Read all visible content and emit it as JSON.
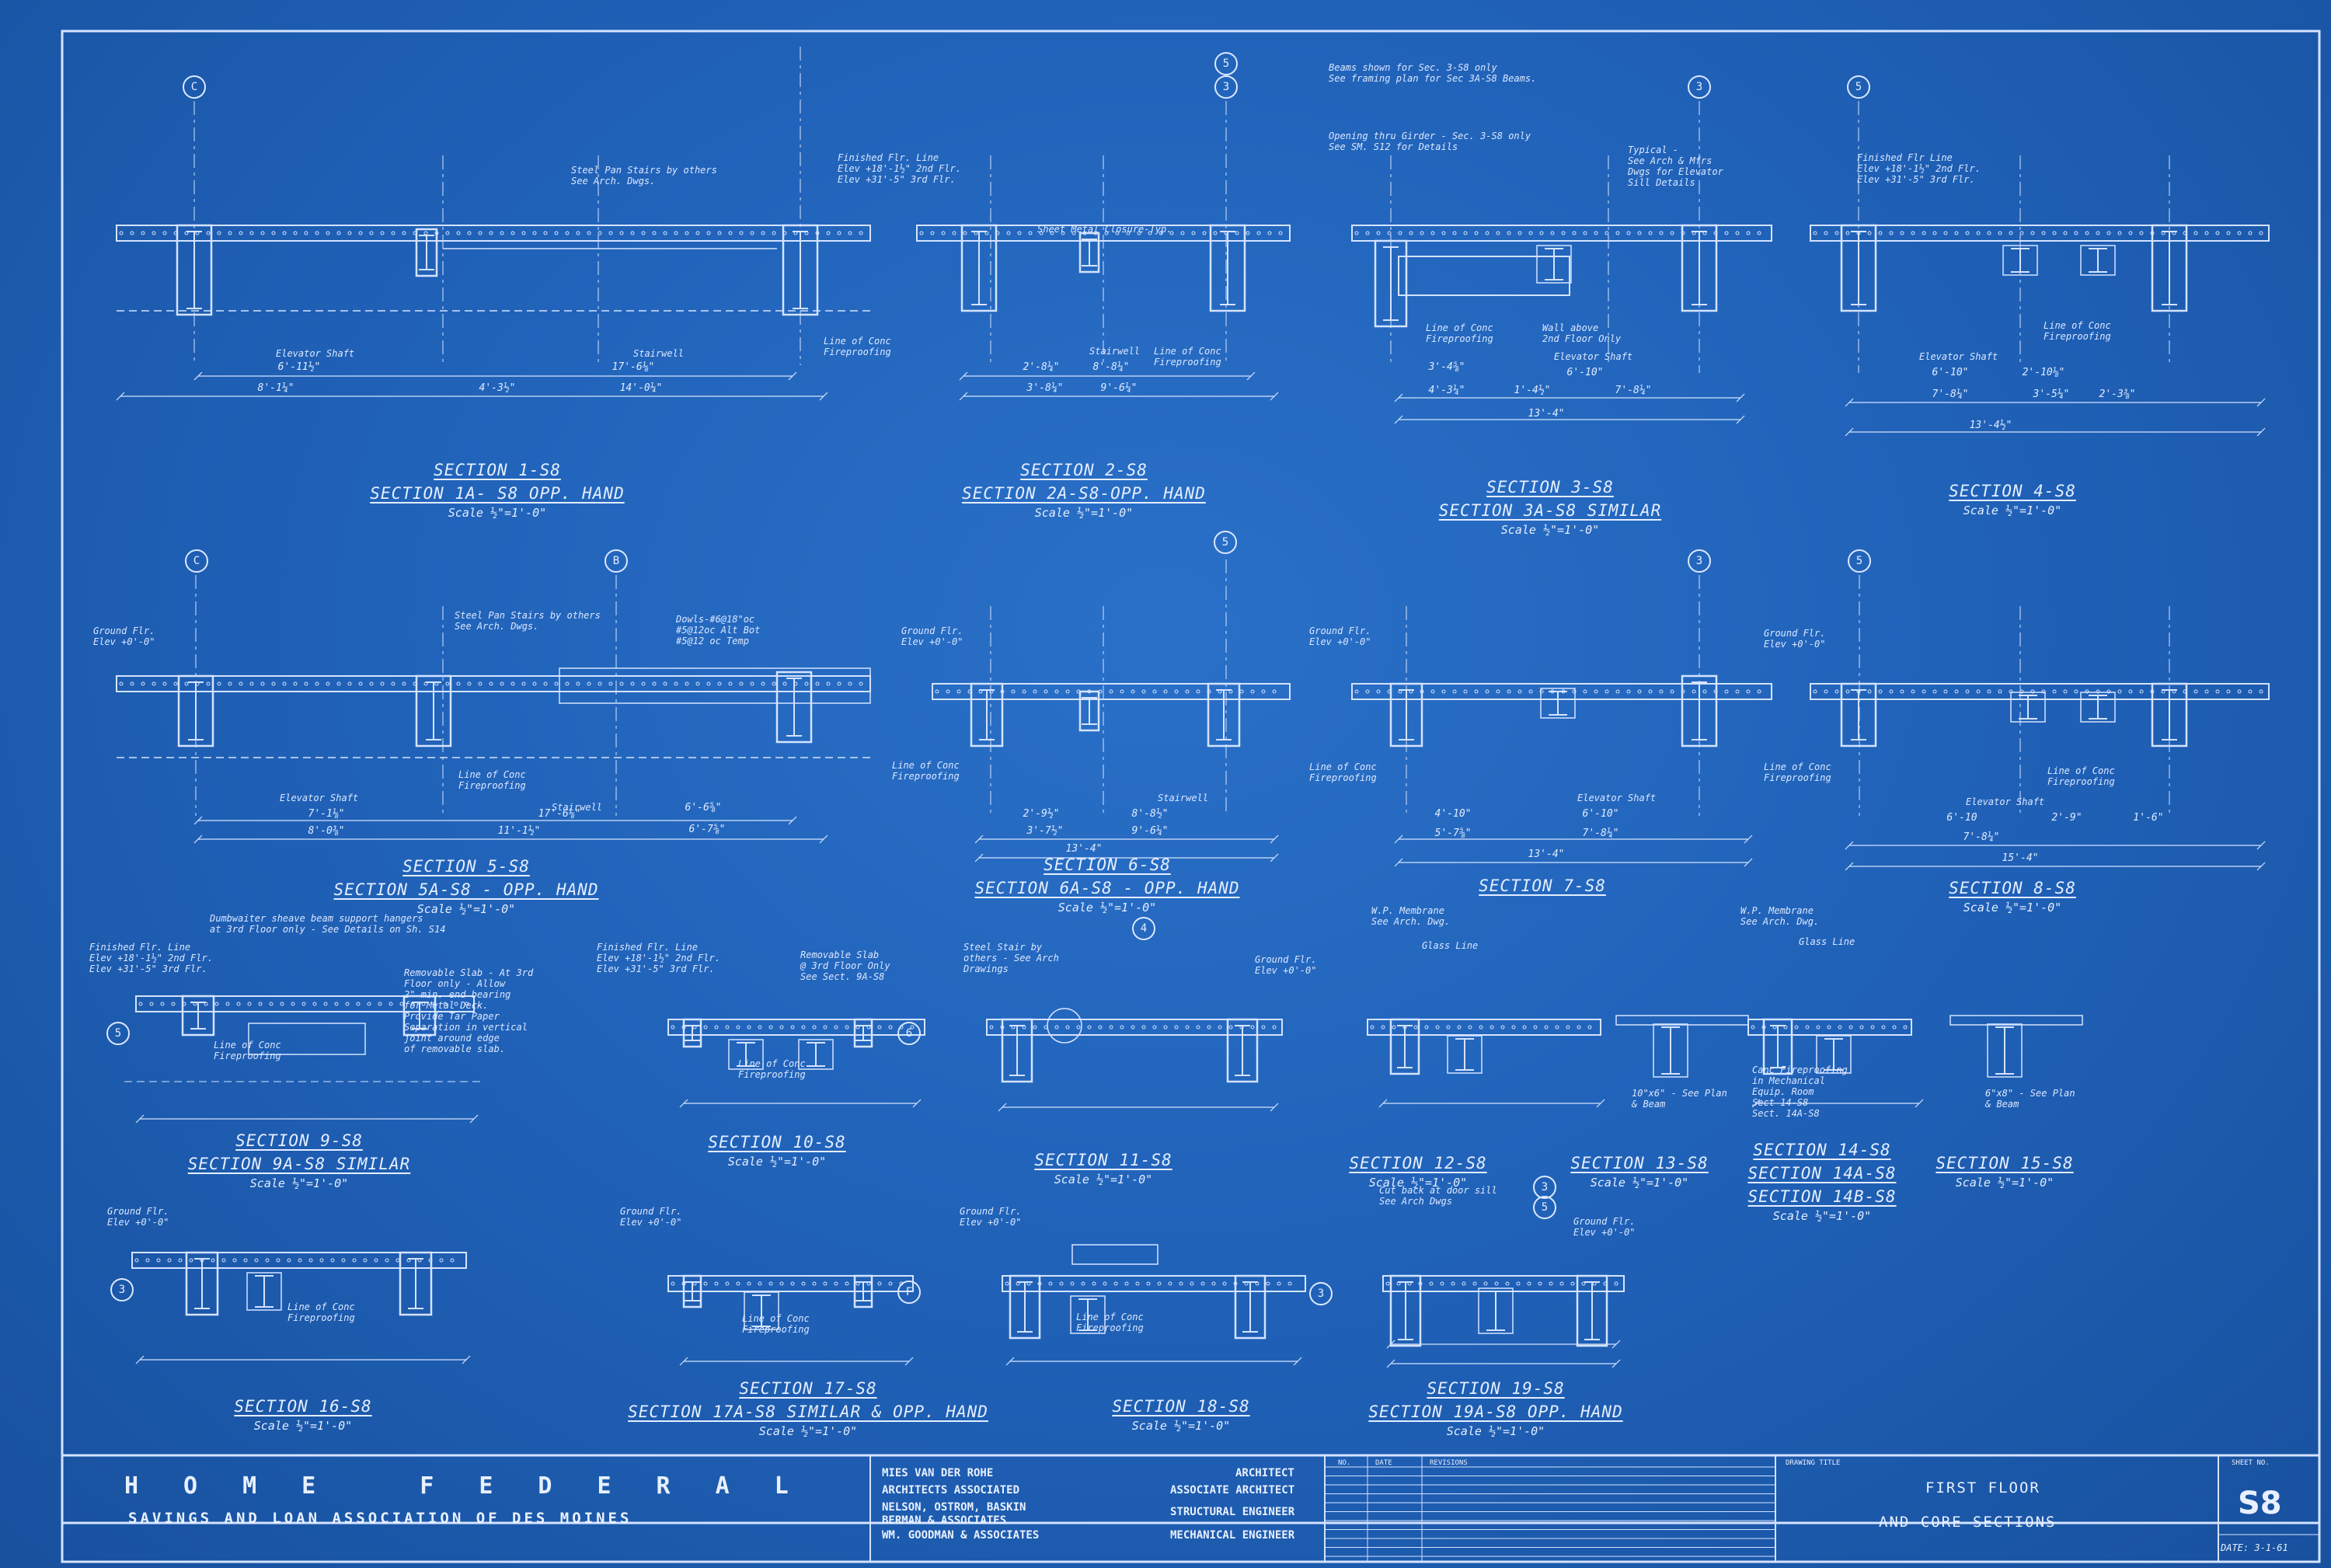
{
  "sections": [
    {
      "main": "SECTION 1-S8",
      "sub": "SECTION 1A- S8 OPP. HAND",
      "scale": "Scale ½\"=1'-0\""
    },
    {
      "main": "SECTION 2-S8",
      "sub": "SECTION 2A-S8-OPP. HAND",
      "scale": "Scale ½\"=1'-0\""
    },
    {
      "main": "SECTION 3-S8",
      "sub": "SECTION 3A-S8 SIMILAR",
      "scale": "Scale ½\"=1'-0\""
    },
    {
      "main": "SECTION 4-S8",
      "sub": "",
      "scale": "Scale ½\"=1'-0\""
    },
    {
      "main": "SECTION 5-S8",
      "sub": "SECTION 5A-S8 - OPP. HAND",
      "scale": "Scale ½\"=1'-0\""
    },
    {
      "main": "SECTION 6-S8",
      "sub": "SECTION 6A-S8 - OPP. HAND",
      "scale": "Scale ½\"=1'-0\""
    },
    {
      "main": "SECTION 7-S8",
      "sub": "",
      "scale": ""
    },
    {
      "main": "SECTION 8-S8",
      "sub": "",
      "scale": "Scale ½\"=1'-0\""
    },
    {
      "main": "SECTION 9-S8",
      "sub": "SECTION 9A-S8 SIMILAR",
      "scale": "Scale ½\"=1'-0\""
    },
    {
      "main": "SECTION 10-S8",
      "sub": "",
      "scale": "Scale ½\"=1'-0\""
    },
    {
      "main": "SECTION 11-S8",
      "sub": "",
      "scale": "Scale ½\"=1'-0\""
    },
    {
      "main": "SECTION 12-S8",
      "sub": "",
      "scale": "Scale ½\"=1'-0\""
    },
    {
      "main": "SECTION 13-S8",
      "sub": "",
      "scale": "Scale ½\"=1'-0\""
    },
    {
      "main": "SECTION 14-S8",
      "sub": "SECTION 14A-S8",
      "sub2": "SECTION 14B-S8",
      "scale": "Scale ½\"=1'-0\""
    },
    {
      "main": "SECTION 15-S8",
      "sub": "",
      "scale": "Scale ½\"=1'-0\""
    },
    {
      "main": "SECTION 16-S8",
      "sub": "",
      "scale": "Scale ½\"=1'-0\""
    },
    {
      "main": "SECTION 17-S8",
      "sub": "SECTION 17A-S8 SIMILAR & OPP. HAND",
      "scale": "Scale ½\"=1'-0\""
    },
    {
      "main": "SECTION 18-S8",
      "sub": "",
      "scale": "Scale ½\"=1'-0\""
    },
    {
      "main": "SECTION 19-S8",
      "sub": "SECTION 19A-S8 OPP. HAND",
      "scale": "Scale ½\"=1'-0\""
    }
  ],
  "notes": {
    "n1": "Steel Pan Stairs by others\nSee Arch. Dwgs.",
    "n2": "Finished Flr. Line\nElev +18'-1½\" 2nd Flr.\nElev +31'-5\" 3rd Flr.",
    "n3": "Sheet Metal Closure-Typ.",
    "n4": "Beams shown for Sec. 3-S8 only\nSee framing plan for Sec 3A-S8 Beams.",
    "n5": "Opening thru Girder - Sec. 3-S8 only\nSee SM. S12 for Details",
    "n6": "Typical -\nSee Arch & Mfrs\nDwgs for Elevator\nSill Details",
    "n7": "Finished Flr Line\nElev +18'-1½\" 2nd Flr.\nElev +31'-5\" 3rd Flr.",
    "n8": "Line of Conc\nFireproofing",
    "n9": "Wall above\n2nd Floor Only",
    "n10": "Ground Flr.\nElev +0'-0\"",
    "n11": "Dowls-#6@18\"oc\n#5@12oc Alt Bot\n#5@12 oc Temp",
    "n12": "Dumbwaiter sheave beam support hangers\nat 3rd Floor only - See Details on Sh. S14",
    "n13": "Removable Slab - At 3rd\nFloor only - Allow\n2\" min. end bearing\nfor Metal Deck.\nProvide Tar Paper\nSeparation in vertical\njoint around edge\nof removable slab.",
    "n14": "Removable Slab\n@ 3rd Floor Only\nSee Sect. 9A-S8",
    "n15": "Steel Stair by\nothers - See Arch\nDrawings",
    "n16": "W.P. Membrane\nSee Arch. Dwg.",
    "n17": "Glass Line",
    "n18": "Cut back at door sill\nSee Arch Dwgs",
    "n19": "Elevator Shaft",
    "n20": "Stairwell",
    "n21": "Canc Fireproofing\nin Mechanical\nEquip. Room\nSect 14-S8\nSect. 14A-S8",
    "n22": "10\"x6\" - See Plan\n& Beam",
    "n23": "6\"x8\" - See Plan\n& Beam"
  },
  "dims": {
    "d1": "6'-11½\"",
    "d2": "8'-1¼\"",
    "d3": "4'-3½\"",
    "d4": "14'-0¼\"",
    "d5": "17'-6⅛\"",
    "d6": "2'-8¼\"",
    "d7": "8'-8¼\"",
    "d8": "3'-8¼\"",
    "d9": "9'-6¼\"",
    "d10": "3'-4⅝\"",
    "d11": "6'-10\"",
    "d12": "4'-3¼\"",
    "d13": "1'-4½\"",
    "d14": "7'-8¼\"",
    "d15": "13'-4\"",
    "d16": "6'-10\"",
    "d17": "2'-10⅛\"",
    "d18": "7'-8¼\"",
    "d19": "3'-5¼\"",
    "d20": "2'-3⅜\"",
    "d21": "13'-4½\"",
    "d22": "7'-1⅛\"",
    "d23": "8'-0⅜\"",
    "d24": "11'-1½\"",
    "d25": "17'-6⅛\"",
    "d26": "6'-6⅝\"",
    "d27": "6'-7⅝\"",
    "d28": "2'-9½\"",
    "d29": "3'-7½\"",
    "d30": "8'-8½\"",
    "d31": "9'-6¼\"",
    "d32": "13'-4\"",
    "d33": "4'-10\"",
    "d34": "5'-7⅝\"",
    "d35": "6'-10\"",
    "d36": "7'-8¼\"",
    "d37": "13'-4\"",
    "d38": "6'-10",
    "d39": "2'-9\"",
    "d40": "1'-6\"",
    "d41": "7'-8¼\"",
    "d42": "15'-4\""
  },
  "grid_marks": [
    "C",
    "5",
    "3",
    "3",
    "5",
    "C",
    "B",
    "5",
    "3",
    "5",
    "5",
    "6",
    "4",
    "3",
    "F",
    "3",
    "3",
    "5"
  ],
  "titleblock": {
    "firm1": "HOME FEDERAL",
    "firm2": "SAVINGS AND LOAN ASSOCIATION OF DES MOINES",
    "consultants": [
      {
        "name": "MIES VAN DER ROHE",
        "role": "ARCHITECT"
      },
      {
        "name": "ARCHITECTS ASSOCIATED",
        "role": "ASSOCIATE ARCHITECT"
      },
      {
        "name": "NELSON, OSTROM, BASKIN\nBERMAN & ASSOCIATES",
        "role": "STRUCTURAL ENGINEER"
      },
      {
        "name": "WM. GOODMAN & ASSOCIATES",
        "role": "MECHANICAL ENGINEER"
      }
    ],
    "rev_no": "NO.",
    "rev_date": "DATE",
    "rev_title": "REVISIONS",
    "drawing_title_label": "DRAWING TITLE",
    "drawing_title_1": "FIRST FLOOR",
    "drawing_title_2": "AND CORE SECTIONS",
    "sheet_no_label": "SHEET NO.",
    "sheet_no": "S8",
    "date": "DATE: 3-1-61"
  },
  "colors": {
    "paper": "#1f60b6",
    "ink": "#dce8ff"
  }
}
